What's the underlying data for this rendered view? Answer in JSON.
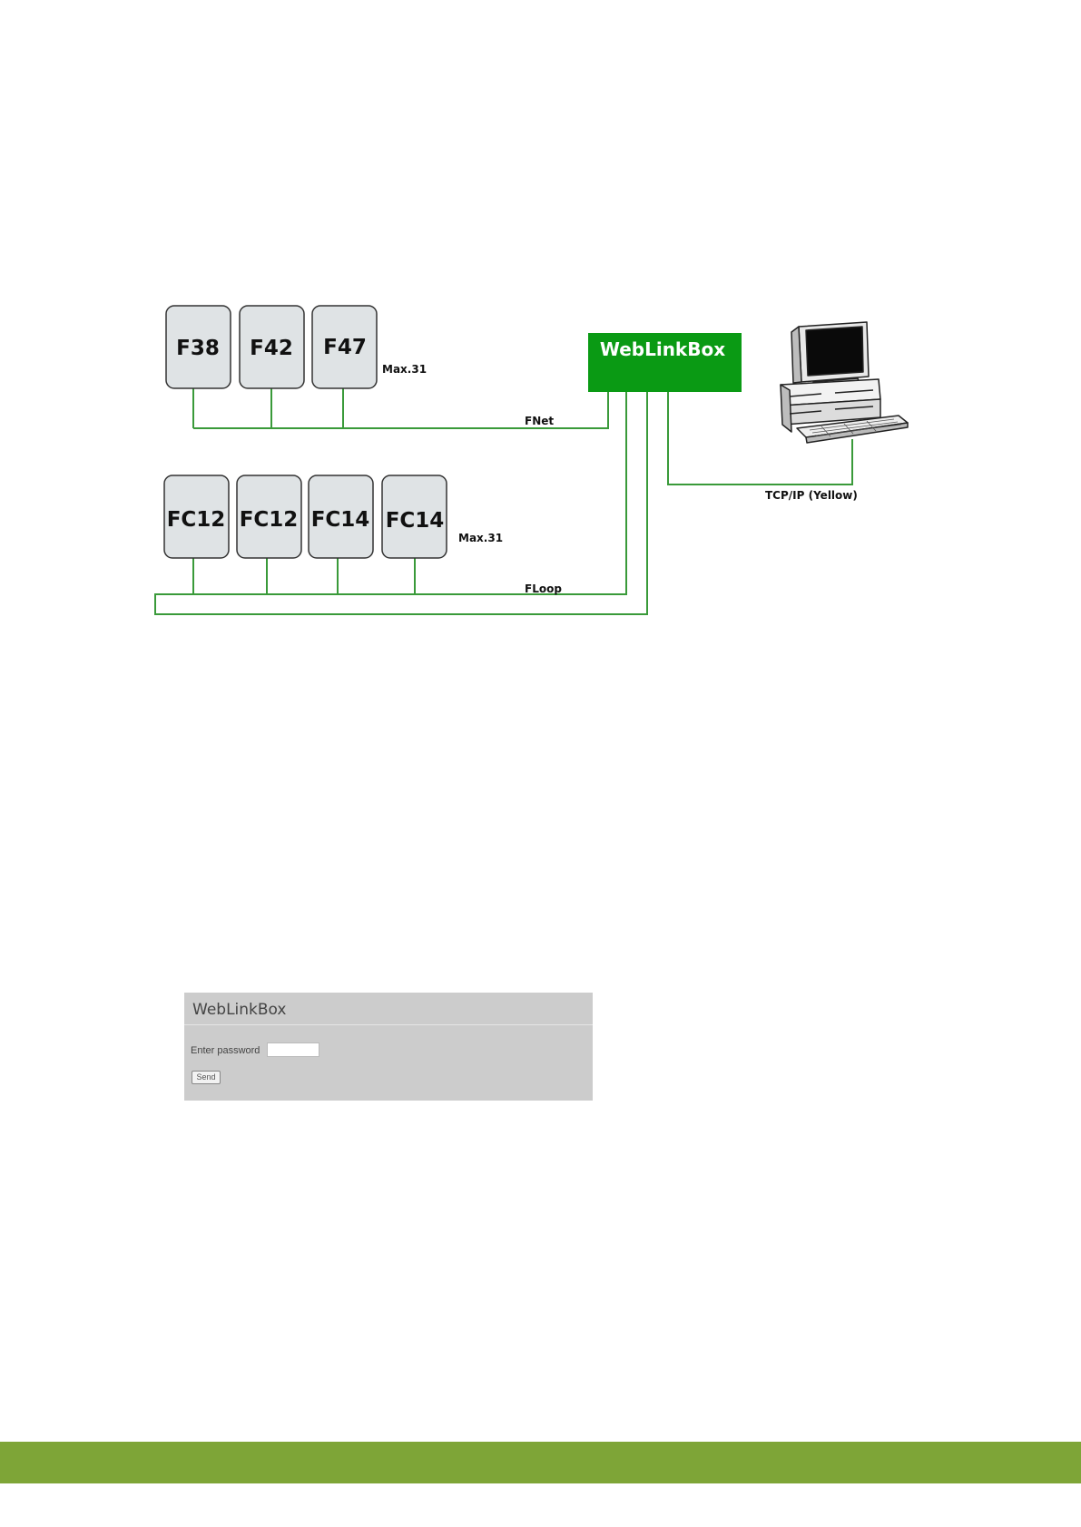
{
  "diagram": {
    "top_panels": [
      "F38",
      "F42",
      "F47"
    ],
    "top_max_label": "Max.31",
    "fnet_label": "FNet",
    "bottom_panels": [
      "FC12",
      "FC12",
      "FC14",
      "FC14"
    ],
    "bottom_max_label": "Max.31",
    "floop_label": "FLoop",
    "weblinkbox_label": "WebLinkBox",
    "tcpip_label": "TCP/IP (Yellow)",
    "colors": {
      "line": "#3a9a3a",
      "weblinkbox_fill": "#0a9a14",
      "panel_fill": "#dfe3e5",
      "footer": "#7ea537"
    },
    "icons": [
      "desktop-computer-icon"
    ]
  },
  "login_screenshot": {
    "title": "WebLinkBox",
    "password_label": "Enter password",
    "password_value": "",
    "send_label": "Send"
  }
}
